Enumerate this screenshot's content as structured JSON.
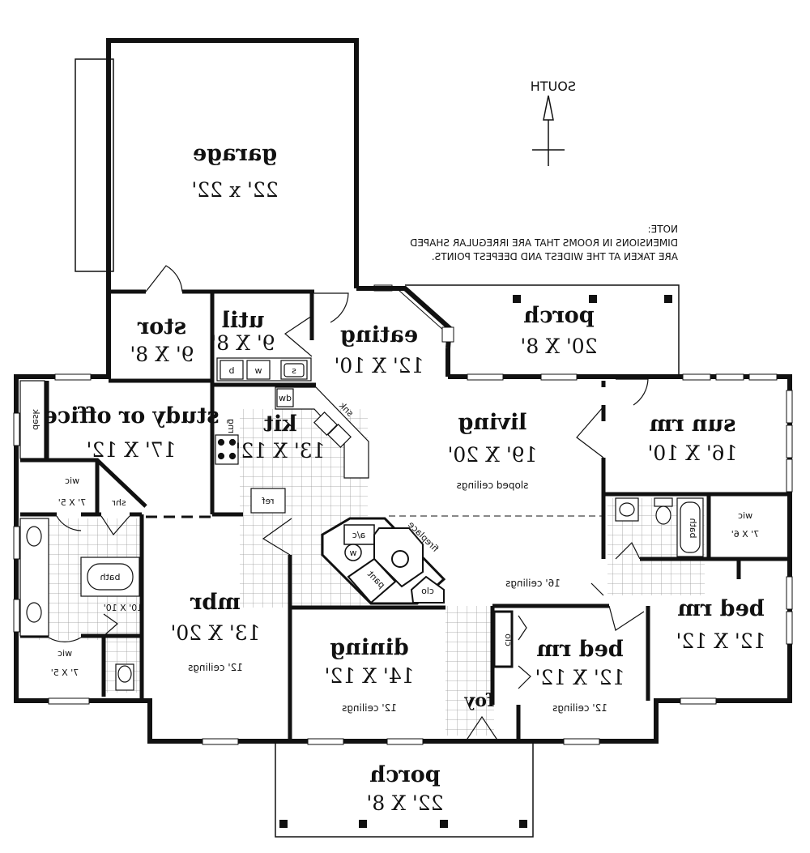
{
  "compass": {
    "label": "SOUTH"
  },
  "note": {
    "line1": "NOTE:",
    "line2": "DIMENSIONS IN ROOMS THAT ARE IRREGULAR SHAPED",
    "line3": "ARE TAKEN AT THE WIDEST AND DEEPEST POINTS."
  },
  "rooms": {
    "garage": {
      "name": "garage",
      "dim": "22' x 22'"
    },
    "stor": {
      "name": "stor",
      "dim": "9' X 8'"
    },
    "util": {
      "name": "util",
      "dim": "9' X 8'"
    },
    "eating": {
      "name": "eating",
      "dim": "12' X 10'"
    },
    "porch_top": {
      "name": "porch",
      "dim": "20' X 8'"
    },
    "study": {
      "name": "study or office",
      "dim": "17' X 12'"
    },
    "kit": {
      "name": "kit",
      "dim": "13' X 12'"
    },
    "living": {
      "name": "living",
      "dim": "19' X 20'",
      "note": "sloped ceilings"
    },
    "sunrm": {
      "name": "sun rm",
      "dim": "16' X 10'"
    },
    "mbr": {
      "name": "mbr",
      "dim": "13' X 20'",
      "note": "12' ceilings"
    },
    "dining": {
      "name": "dining",
      "dim": "14' X 12'",
      "note": "12' ceilings"
    },
    "bedrm_mid": {
      "name": "bed rm",
      "dim": "12' X 12'",
      "note": "12' ceilings"
    },
    "bedrm_right": {
      "name": "bed rm",
      "dim": "12' X 12'"
    },
    "porch_bottom": {
      "name": "porch",
      "dim": "22' X 8'"
    },
    "foy": {
      "name": "foy"
    }
  },
  "small_labels": {
    "desk": "desk",
    "wic1_name": "wic",
    "wic1_dim": "7' X 5'",
    "shr": "shr",
    "bath_master": "bath",
    "bath_master_dim": "10' X 10'",
    "wic2_name": "wic",
    "wic2_dim": "7' X 5'",
    "dw": "dw",
    "snk": "snk",
    "rng": "rng",
    "ref": "ref",
    "b": "b",
    "w": "w",
    "s": "s",
    "ac": "a/c",
    "w_heater": "w",
    "fireplace": "fireplace",
    "pant": "pant",
    "clo": "clo",
    "clo2": "clo",
    "bath_right": "bath",
    "wic3_name": "wic",
    "wic3_dim": "7' X 6'",
    "ceil16": "16' ceilings"
  }
}
